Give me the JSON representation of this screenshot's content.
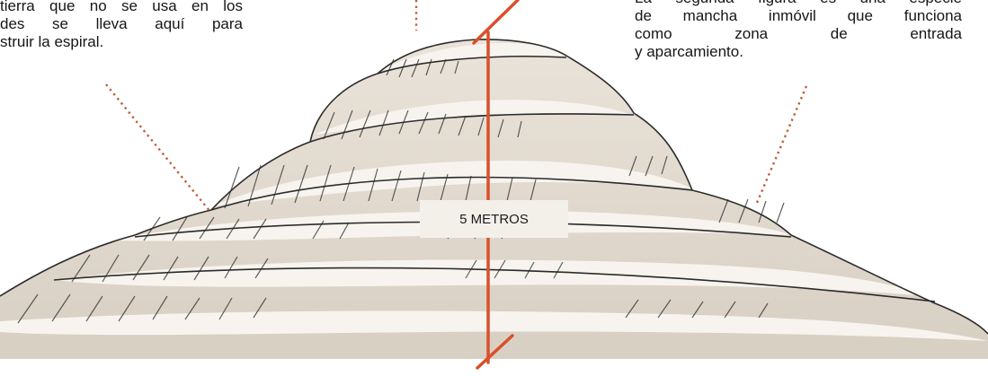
{
  "callouts": {
    "left": {
      "lines": [
        "tierra que no se usa en los",
        "des se lleva aquí para",
        "struir la espiral."
      ]
    },
    "right": {
      "lines": [
        "La segunda figura es una especie",
        "de mancha inmóvil que funciona",
        "como zona de entrada",
        "y aparcamiento."
      ]
    }
  },
  "measure": {
    "label": "5 METROS"
  },
  "colors": {
    "measure_line": "#d9502a",
    "leader_dots": "#c0603c",
    "sketch_ink": "#2b2b2b",
    "terrace_shade": "#e7e0d6"
  }
}
